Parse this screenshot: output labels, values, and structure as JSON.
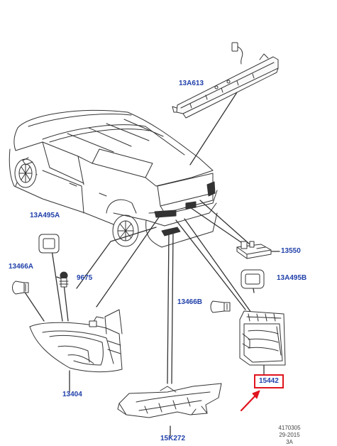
{
  "callouts": {
    "c13A613": "13A613",
    "c13A495A": "13A495A",
    "c13466A": "13466A",
    "c9675": "9675",
    "c13550": "13550",
    "c13A495B": "13A495B",
    "c13466B": "13466B",
    "c15442": "15442",
    "c13404": "13404",
    "c15K272": "15K272"
  },
  "reference": {
    "number": "4170305",
    "date": "29-2015",
    "revision": "3A"
  },
  "highlighted_part": "15442",
  "colors": {
    "callout_text": "#1f3fa8",
    "highlight_box": "#e0141e",
    "arrow": "#e0141e",
    "line_art": "#333333"
  }
}
